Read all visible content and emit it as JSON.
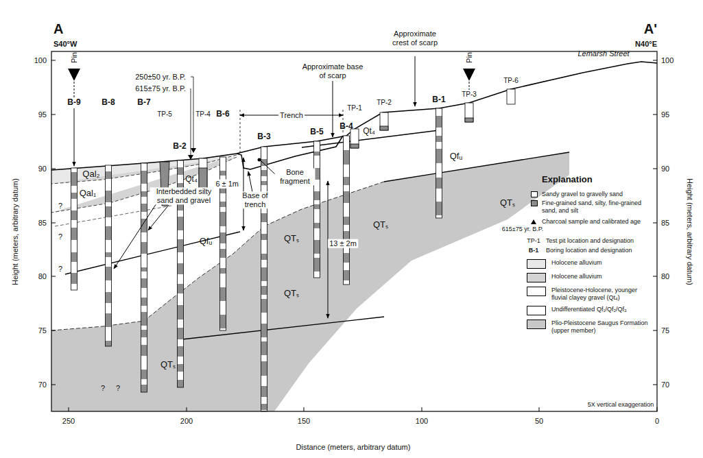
{
  "diagram": {
    "labels": [
      "A",
      "A'",
      "S40°W",
      "N40°E",
      "Lemarsh Street",
      "Pin",
      "Pin",
      "Approximate base of scarp",
      "Approximate crest of scarp",
      "Trench",
      "250±50 yr. B.P.",
      "615±75 yr. B.P.",
      "B-9",
      "B-8",
      "B-7",
      "TP-5",
      "TP-4",
      "B-2",
      "B-6",
      "B-3",
      "B-5",
      "B-4",
      "TP-1",
      "TP-2",
      "B-1",
      "TP-3",
      "TP-6",
      "Qal₂",
      "Qal₁",
      "Qt₄",
      "Qt₄",
      "Qfᵤ",
      "Qfᵤ",
      "QTₛ",
      "QTₛ",
      "QTₛ",
      "QTₛ",
      "QTₛ",
      "6 ± 1m",
      "13 ± 2m",
      "Interbedded silty sand and gravel",
      "Bone fragment",
      "Base of trench",
      "?",
      "?",
      "?",
      "?",
      "?",
      "Height (meters, arbitrary datum)",
      "Height (meters, arbitrary datum)",
      "Distance (meters, arbitrary datum)",
      "250",
      "200",
      "150",
      "100",
      "50",
      "0",
      "100",
      "95",
      "90",
      "85",
      "80",
      "75",
      "70",
      "100",
      "95",
      "90",
      "85",
      "80",
      "75",
      "70",
      "Explanation",
      "615±75 yr. B.P.",
      "TP-1",
      "B-1",
      "Qal₂",
      "Qal₁",
      "Qt₄",
      "Qfᵤ",
      "QTₛ",
      "5X vertical exaggeration"
    ],
    "legend": [
      {
        "text": "Sandy gravel to gravelly sand",
        "color": "#ffffff"
      },
      {
        "text": "Fine-grained sand, silty, fine-grained sand, and silt",
        "color": "#8c8c8c"
      },
      {
        "text": "Charcoal sample and calibrated age"
      },
      {
        "text": "Test pit location and designation"
      },
      {
        "text": "Boring location and designation"
      },
      {
        "text": "Holocene alluvium",
        "color": "#e8e8e8"
      },
      {
        "text": "Holocene alluvium",
        "color": "#d4d4d4"
      },
      {
        "text": "Pleistocene-Holocene, younger fluvial clayey gravel (Qt₄)",
        "color": "#ffffff"
      },
      {
        "text": "Undifferentiated Qf₁/Qf₂/Qf₃",
        "color": "#ffffff"
      },
      {
        "text": "Plio-Pleistocene Saugus Formation (upper member)",
        "color": "#c8c8c8"
      }
    ]
  }
}
